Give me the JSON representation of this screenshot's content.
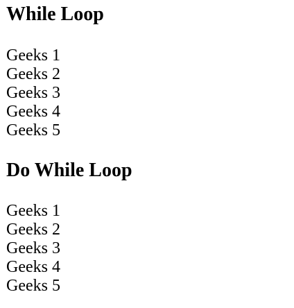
{
  "sections": [
    {
      "title": "While Loop",
      "lines": [
        "Geeks 1",
        "Geeks 2",
        "Geeks 3",
        "Geeks 4",
        "Geeks 5"
      ]
    },
    {
      "title": "Do While Loop",
      "lines": [
        "Geeks 1",
        "Geeks 2",
        "Geeks 3",
        "Geeks 4",
        "Geeks 5"
      ]
    }
  ]
}
